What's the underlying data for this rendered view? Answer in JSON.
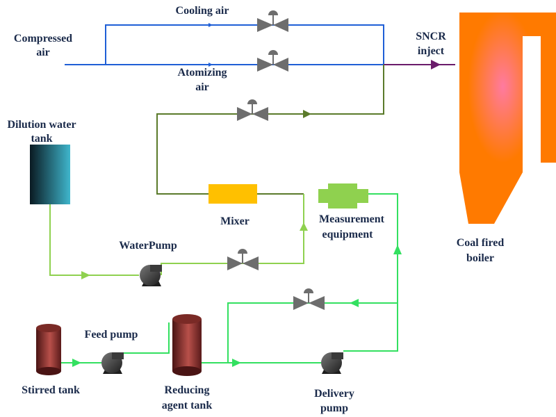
{
  "labels": {
    "compressed_air_1": "Compressed",
    "compressed_air_2": "air",
    "cooling_air": "Cooling air",
    "atomizing_air_1": "Atomizing",
    "atomizing_air_2": "air",
    "sncr_inject_1": "SNCR",
    "sncr_inject_2": "inject",
    "dilution_tank_1": "Dilution water",
    "dilution_tank_2": "tank",
    "mixer": "Mixer",
    "measurement_1": "Measurement",
    "measurement_2": "equipment",
    "water_pump": "WaterPump",
    "feed_pump": "Feed pump",
    "stirred_tank": "Stirred tank",
    "reducing_tank_1": "Reducing",
    "reducing_tank_2": "agent tank",
    "delivery_pump_1": "Delivery",
    "delivery_pump_2": "pump",
    "boiler_1": "Coal fired",
    "boiler_2": "boiler"
  },
  "colors": {
    "air_line": "#1f5fd6",
    "inject_line": "#6a1b6a",
    "water_line": "#8fd14f",
    "solution_line": "#33e060",
    "mix_line": "#5a7a2a",
    "boiler": "#ff7a00",
    "mixer": "#ffc000",
    "measurement": "#8fd14f",
    "valve": "#6d6d6d",
    "pump": "#3a3a3a",
    "tank_dark": "#4a1414",
    "tank_light": "#b8504a",
    "dilution_dark": "#0a1a22",
    "dilution_light": "#3fb6cc",
    "text": "#1a2a4a"
  }
}
